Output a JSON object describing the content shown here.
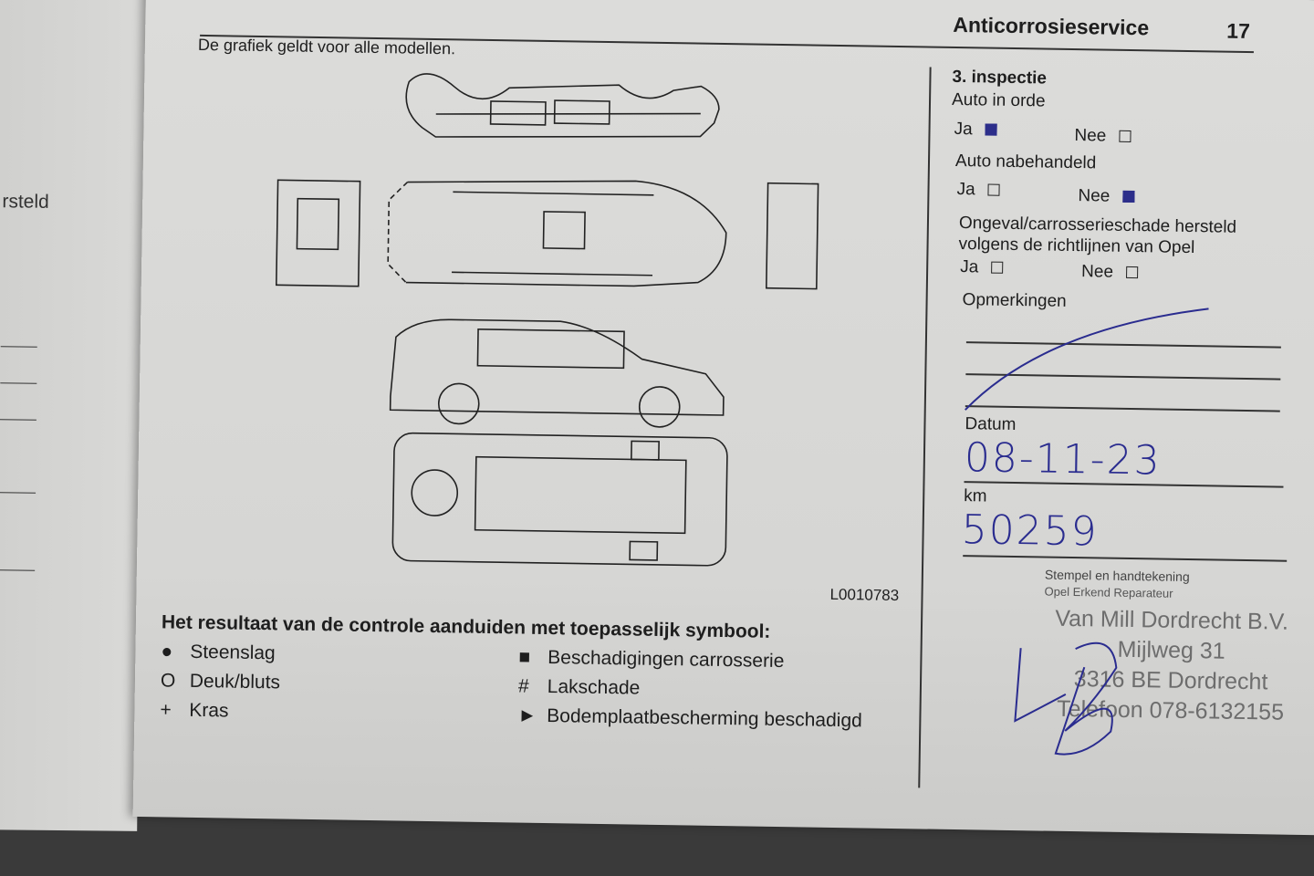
{
  "left_page": {
    "fragment": "rsteld"
  },
  "header": {
    "title": "Anticorrosieservice",
    "page_number": "17"
  },
  "diagram": {
    "note": "De grafiek geldt voor alle modellen.",
    "code": "L0010783"
  },
  "legend": {
    "title": "Het resultaat van de controle aanduiden met toepasselijk symbool:",
    "items": [
      {
        "symbol": "●",
        "label": "Steenslag"
      },
      {
        "symbol": "O",
        "label": "Deuk/bluts"
      },
      {
        "symbol": "+",
        "label": "Kras"
      },
      {
        "symbol": "■",
        "label": "Beschadigingen carrosserie"
      },
      {
        "symbol": "#",
        "label": "Lakschade"
      },
      {
        "symbol": "►",
        "label": "Bodemplaatbescherming beschadigd"
      }
    ]
  },
  "inspection": {
    "title": "3. inspectie",
    "q1": {
      "label": "Auto in orde",
      "yes": "Ja",
      "no": "Nee",
      "yes_checked": true,
      "no_checked": false
    },
    "q2": {
      "label": "Auto nabehandeld",
      "yes": "Ja",
      "no": "Nee",
      "yes_checked": false,
      "no_checked": true
    },
    "q3": {
      "label_line1": "Ongeval/carrosserieschade hersteld",
      "label_line2": "volgens de richtlijnen van Opel",
      "yes": "Ja",
      "no": "Nee",
      "yes_checked": false,
      "no_checked": false
    },
    "remarks_label": "Opmerkingen",
    "date_label": "Datum",
    "date_value": "08-11-23",
    "km_label": "km",
    "km_value": "50259",
    "stamp_label": "Stempel en handtekening",
    "stamp_sublabel": "Opel Erkend Reparateur",
    "stamp": {
      "line1": "Van Mill Dordrecht B.V.",
      "line2": "Mijlweg 31",
      "line3": "3316 BE Dordrecht",
      "line4": "Telefoon 078-6132155"
    }
  },
  "colors": {
    "ink": "#2a2c8f",
    "paper": "#d8d8d6"
  }
}
